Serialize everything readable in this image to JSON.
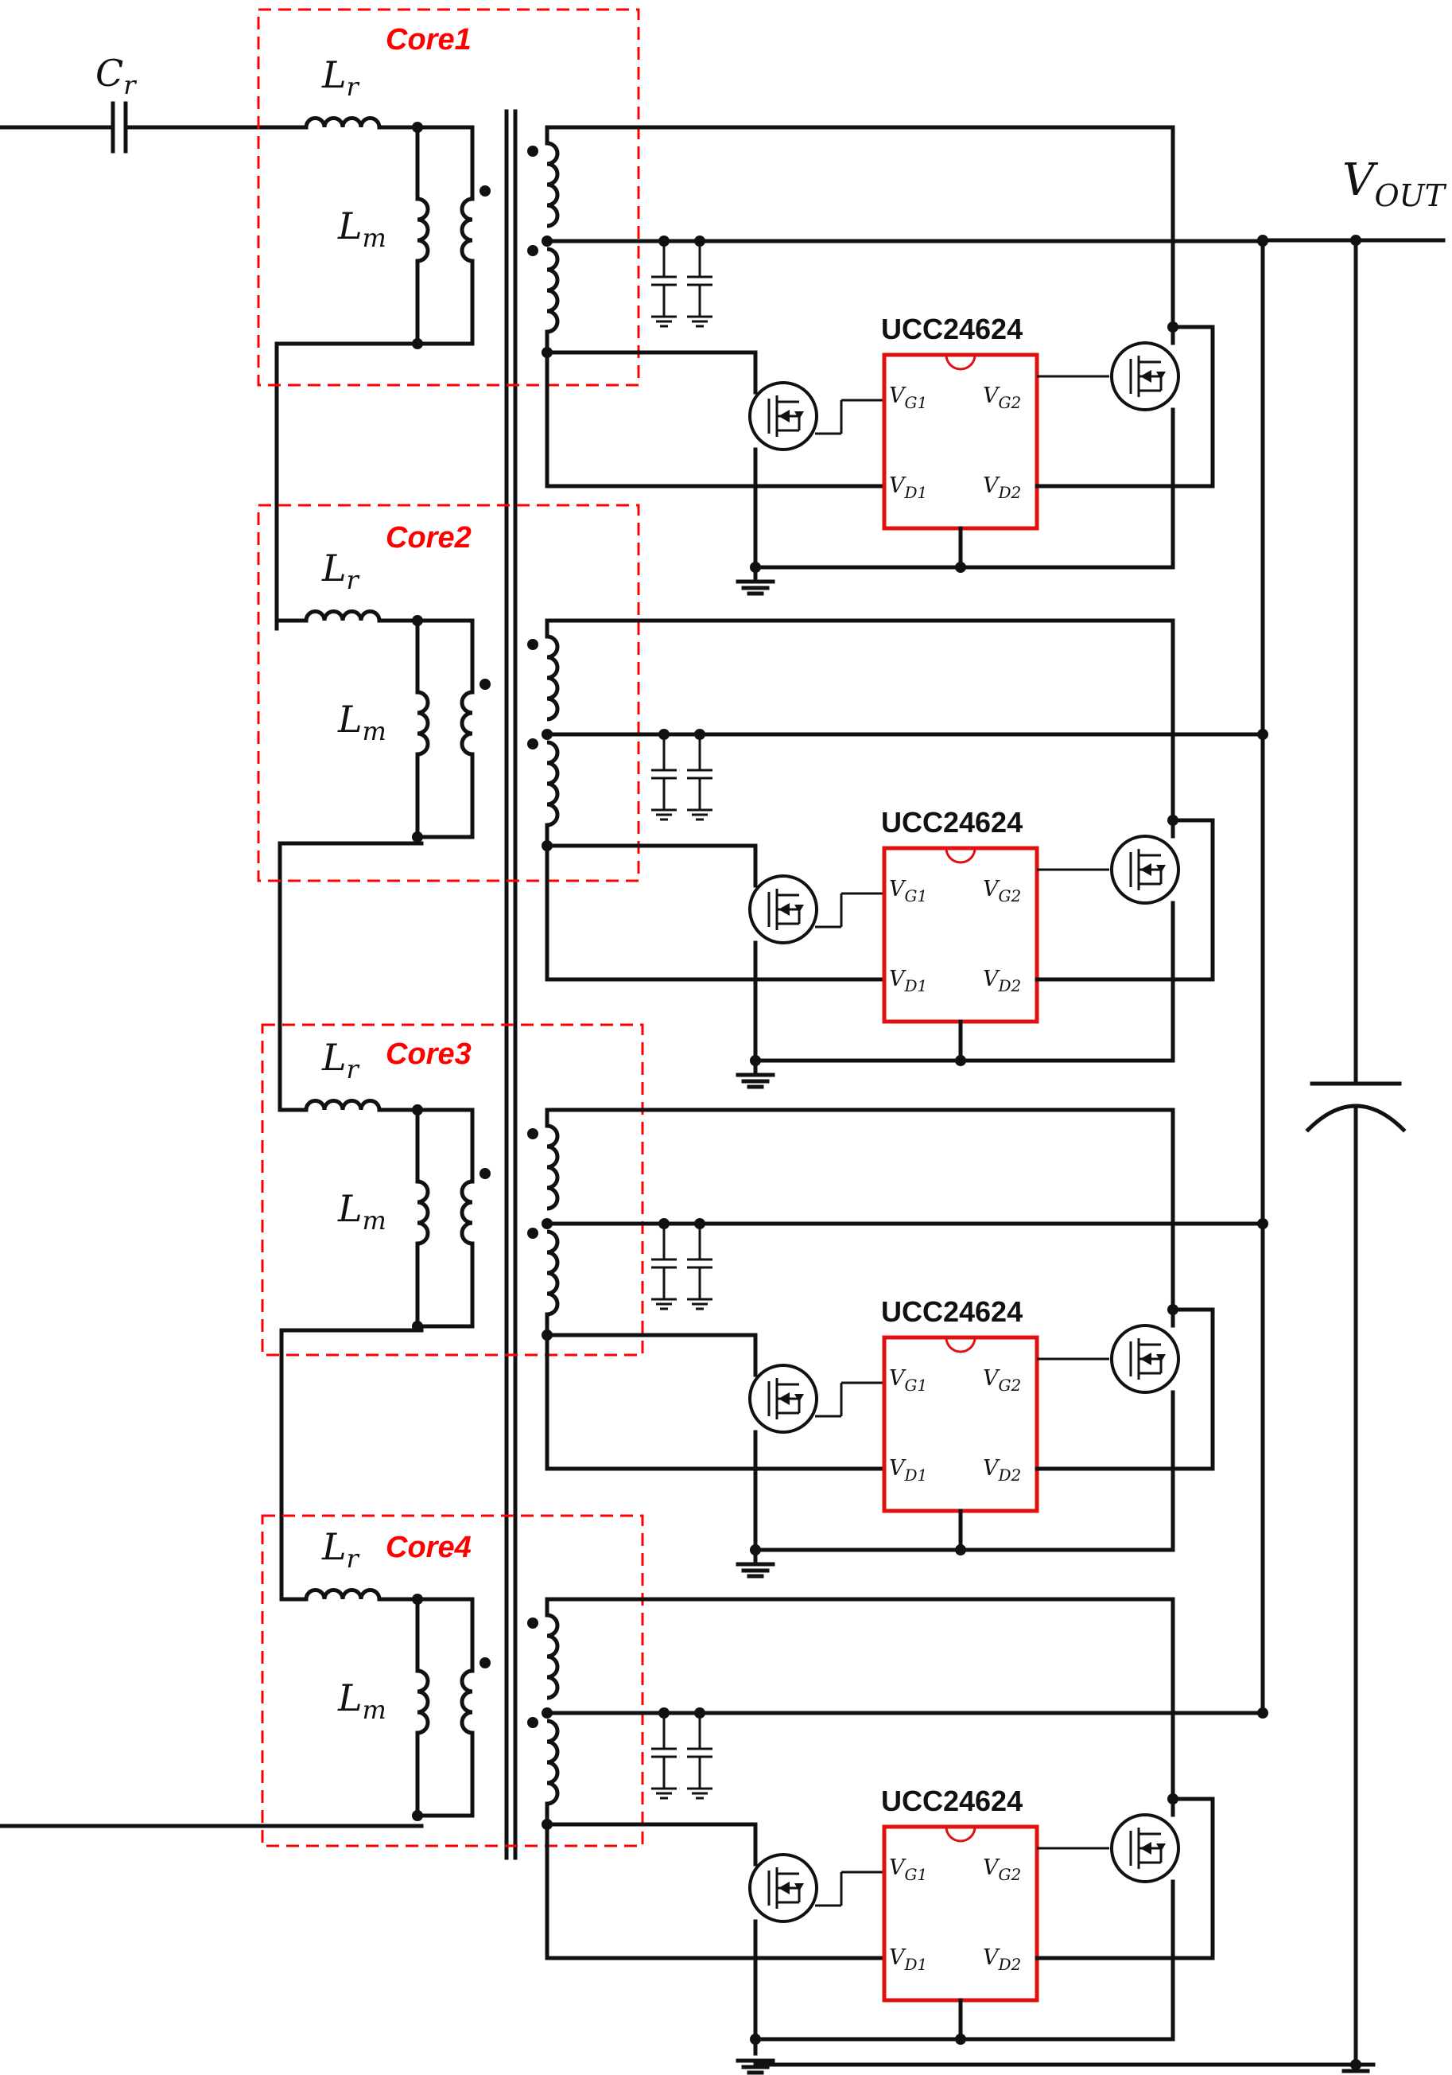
{
  "labels": {
    "input_capacitor": "C",
    "input_capacitor_sub": "r",
    "resonant_inductor": "L",
    "resonant_inductor_sub": "r",
    "magnetizing_inductor": "L",
    "magnetizing_inductor_sub": "m",
    "output_voltage": "V",
    "output_voltage_sub": "OUT"
  },
  "cores": [
    {
      "label": "Core1"
    },
    {
      "label": "Core2"
    },
    {
      "label": "Core3"
    },
    {
      "label": "Core4"
    }
  ],
  "controller": {
    "part": "UCC24624",
    "pins": {
      "vg1": "V",
      "vg1_sub": "G1",
      "vg2": "V",
      "vg2_sub": "G2",
      "vd1": "V",
      "vd1_sub": "D1",
      "vd2": "V",
      "vd2_sub": "D2"
    }
  },
  "colors": {
    "core_box": "#ff0000",
    "ic_outline": "#e01010",
    "wire": "#111111"
  }
}
